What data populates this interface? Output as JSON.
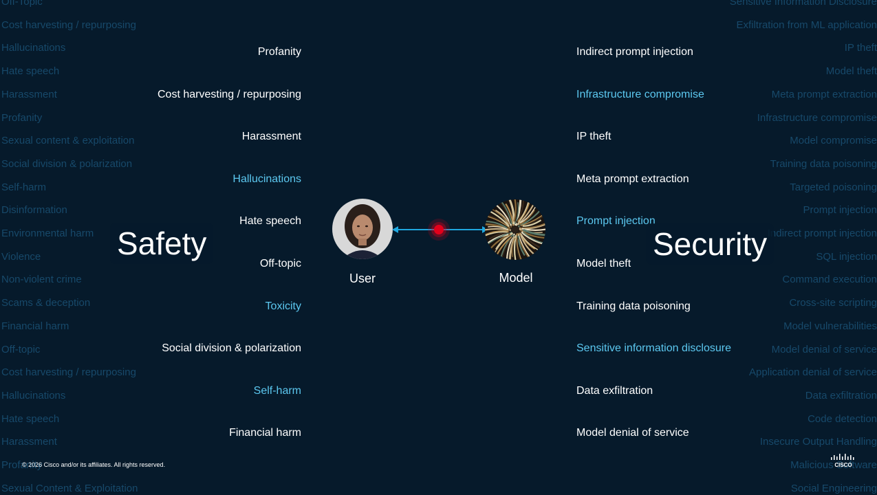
{
  "background_left": [
    "Off-Topic",
    "Cost harvesting / repurposing",
    "Hallucinations",
    "Hate speech",
    "Harassment",
    "Profanity",
    "Sexual content & exploitation",
    "Social division & polarization",
    "Self-harm",
    "Disinformation",
    "Environmental harm",
    "Violence",
    "Non-violent crime",
    "Scams & deception",
    "Financial harm",
    "Off-topic",
    "Cost harvesting / repurposing",
    "Hallucinations",
    "Hate speech",
    "Harassment",
    "Profanity",
    "Sexual Content & Exploitation"
  ],
  "background_right": [
    "Sensitive Information Disclosure",
    "Exfiltration from ML application",
    "IP theft",
    "Model theft",
    "Meta prompt extraction",
    "Infrastructure compromise",
    "Model compromise",
    "Training data poisoning",
    "Targeted poisoning",
    "Prompt injection",
    "Indirect prompt injection",
    "SQL injection",
    "Command execution",
    "Cross-site scripting",
    "Model vulnerabilities",
    "Model denial of service",
    "Application denial of service",
    "Data exfiltration",
    "Code detection",
    "Insecure Output Handling",
    "Malicious Software",
    "Social Engineering"
  ],
  "safety": {
    "title": "Safety",
    "items": [
      {
        "label": "Profanity",
        "highlight": false
      },
      {
        "label": "Cost harvesting / repurposing",
        "highlight": false
      },
      {
        "label": "Harassment",
        "highlight": false
      },
      {
        "label": "Hallucinations",
        "highlight": true
      },
      {
        "label": "Hate speech",
        "highlight": false
      },
      {
        "label": "Off-topic",
        "highlight": false
      },
      {
        "label": "Toxicity",
        "highlight": true
      },
      {
        "label": "Social division & polarization",
        "highlight": false
      },
      {
        "label": "Self-harm",
        "highlight": true
      },
      {
        "label": "Financial harm",
        "highlight": false
      }
    ]
  },
  "security": {
    "title": "Security",
    "items": [
      {
        "label": "Indirect prompt injection",
        "highlight": false
      },
      {
        "label": "Infrastructure compromise",
        "highlight": true
      },
      {
        "label": "IP theft",
        "highlight": false
      },
      {
        "label": "Meta prompt extraction",
        "highlight": false
      },
      {
        "label": "Prompt injection",
        "highlight": true
      },
      {
        "label": "Model theft",
        "highlight": false
      },
      {
        "label": "Training data poisoning",
        "highlight": false
      },
      {
        "label": "Sensitive information disclosure",
        "highlight": true
      },
      {
        "label": "Data exfiltration",
        "highlight": false
      },
      {
        "label": "Model denial of service",
        "highlight": false
      }
    ]
  },
  "diagram": {
    "user_label": "User",
    "model_label": "Model",
    "arrow_color": "#1fa8e0",
    "dot_color": "#e3001b"
  },
  "colors": {
    "background": "#061a2b",
    "highlight": "#5cc8f0",
    "faded_text": "#17496a"
  },
  "footer": {
    "copyright": "© 2026 Cisco and/or its affiliates. All rights reserved.",
    "logo_text": "CISCO"
  }
}
